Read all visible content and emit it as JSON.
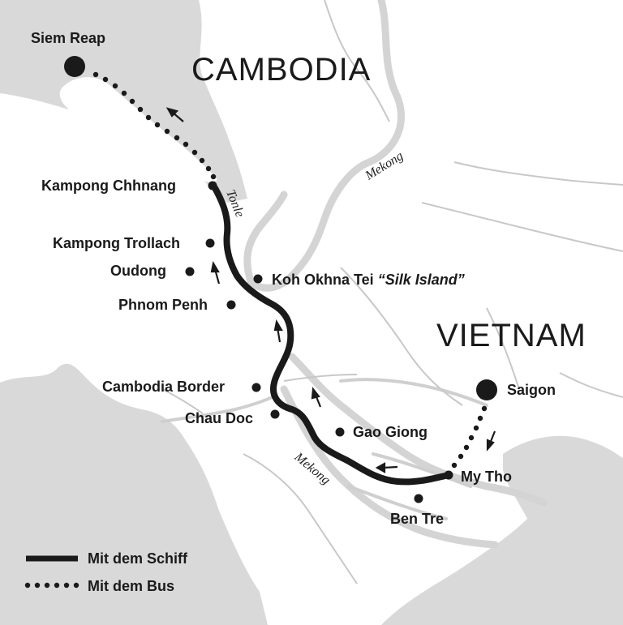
{
  "countries": {
    "cambodia": "CAMBODIA",
    "vietnam": "VIETNAM"
  },
  "rivers": {
    "mekong_north": "Mekong",
    "tonle": "Tonle",
    "mekong_south": "Mekong"
  },
  "places": {
    "siem_reap": "Siem Reap",
    "kampong_chhnang": "Kampong Chhnang",
    "kampong_trollach": "Kampong Trollach",
    "oudong": "Oudong",
    "koh_okhna_tei": "Koh Okhna Tei",
    "silk_island": "“Silk Island”",
    "phnom_penh": "Phnom Penh",
    "cambodia_border": "Cambodia Border",
    "chau_doc": "Chau Doc",
    "gao_giong": "Gao Giong",
    "saigon": "Saigon",
    "my_tho": "My Tho",
    "ben_tre": "Ben Tre"
  },
  "legend": {
    "ship": "Mit dem Schiff",
    "bus": "Mit dem Bus"
  },
  "colors": {
    "route": "#1a1a1a",
    "land_dark": "#d9d9d9",
    "border_line": "#c8c8c8",
    "water": "#ffffff"
  }
}
